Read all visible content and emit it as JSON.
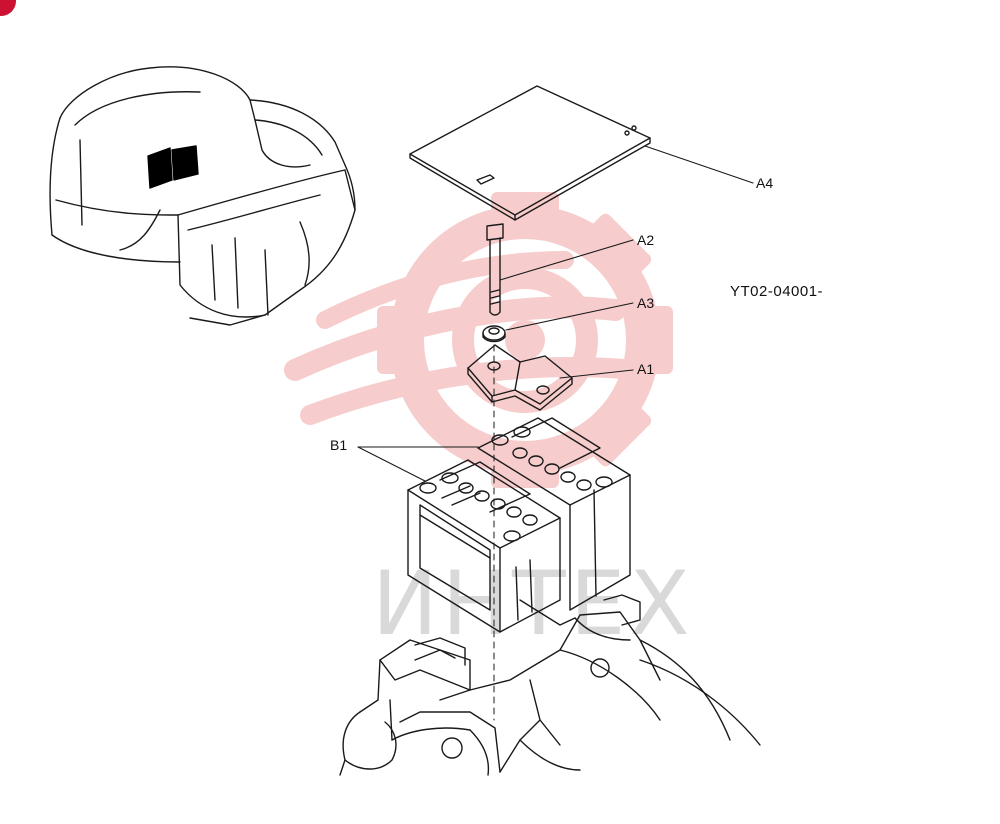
{
  "diagram": {
    "code": "YT02-04001-",
    "callouts": {
      "a1": "A1",
      "a2": "A2",
      "a3": "A3",
      "a4": "A4",
      "b1": "B1"
    }
  },
  "watermark": {
    "text": "ИНТЕХ",
    "gear_color": "#f7c7c7",
    "text_color": "#d9d9d9"
  },
  "colors": {
    "line": "#1a1a1a",
    "accent_badge": "#cc1133"
  },
  "icons": {
    "watermark_logo": "gear-logo-icon",
    "badge": "red-dot-icon"
  }
}
